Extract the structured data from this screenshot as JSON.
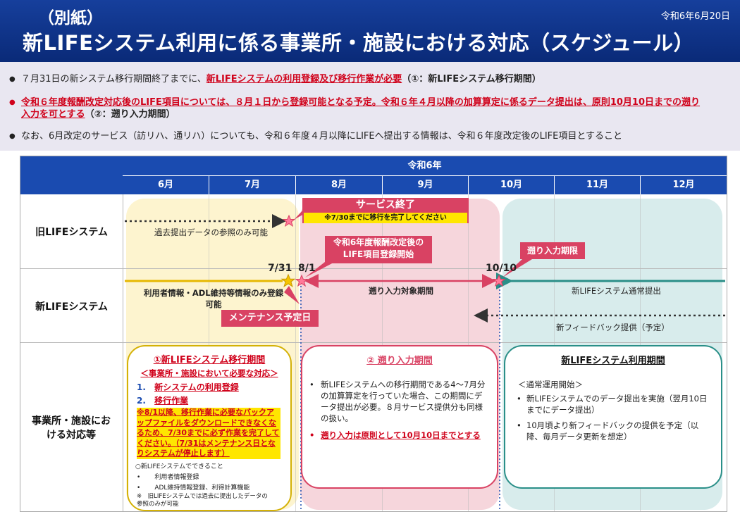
{
  "header": {
    "bessi": "（別紙）",
    "title": "新LIFEシステム利用に係る事業所・施設における対応（スケジュール）",
    "date": "令和6年6月20日"
  },
  "notes": {
    "n1_pre": "７月31日の新システム移行期間終了までに、",
    "n1_red": "新LIFEシステムの利用登録及び移行作業が必要",
    "n1_post": "（①：新LIFEシステム移行期間）",
    "n2_red": "令和６年度報酬改定対応後のLIFE項目については、８月１日から登録可能となる予定。令和６年４月以降の加算算定に係るデータ提出は、原則10月10日までの遡り入力を可とする",
    "n2_post": "（②：遡り入力期間）",
    "n3": "なお、6月改定のサービス（訪リハ、通リハ）についても、令和６年度４月以降にLIFEへ提出する情報は、令和６年度改定後のLIFE項目とすること"
  },
  "table": {
    "year": "令和6年",
    "months": [
      "6月",
      "7月",
      "8月",
      "9月",
      "10月",
      "11月",
      "12月"
    ],
    "rows": [
      "旧LIFEシステム",
      "新LIFEシステム",
      "事業所・施設における対応等"
    ]
  },
  "old_system": {
    "ref_text": "過去提出データの参照のみ可能",
    "service_end": "サービス終了",
    "service_end_note": "※7/30までに移行を完了してください"
  },
  "callouts": {
    "start_label": "令和6年度報酬改定後のLIFE項目登録開始",
    "retro_limit": "遡り入力期限",
    "maintenance": "メンテナンス予定日"
  },
  "dates": {
    "d1": "7/31",
    "d2": "8/1",
    "d3": "10/10"
  },
  "new_system": {
    "user_info": "利用者情報・ADL維持等情報のみ登録可能",
    "retro_period": "遡り入力対象期間",
    "normal_submit": "新LIFEシステム通常提出",
    "feedback": "新フィードバック提供（予定）"
  },
  "box1": {
    "title": "①新LIFEシステム移行期間",
    "subtitle": "＜事業所・施設において必要な対応＞",
    "item1_num": "1.",
    "item1": "新システムの利用登録",
    "item2_num": "2.",
    "item2": "移行作業",
    "warning": "※8/1以降、移行作業に必要なバックアップファイルをダウンロードできなくなるため、7/30までに必ず作業を完了してください。（7/31はメンテナンス日となりシステムが停止します）",
    "can_do": "○新LIFEシステムでできること",
    "cd1": "利用者情報登録",
    "cd2": "ADL維持情報登録、利得計算機能",
    "note": "※　旧LIFEシステムでは過去に提出したデータの参照のみが可能"
  },
  "box2": {
    "title": "② 遡り入力期間",
    "b1": "新LIFEシステムへの移行期間である4～7月分の加算算定を行っていた場合、この期間にデータ提出が必要。８月サービス提供分も同様の扱い。",
    "b2": "遡り入力は原則として10月10日までとする"
  },
  "box3": {
    "title": "新LIFEシステム利用期間",
    "start": "＜通常運用開始＞",
    "b1": "新LIFEシステムでのデータ提出を実施（翌月10日までにデータ提出）",
    "b2": "10月頃より新フィードバックの提供を予定（以降、毎月データ更新を想定）"
  },
  "colors": {
    "header_bg": "#0a2a78",
    "table_header": "#1a4bb0",
    "yellow_panel": "#fdf4cf",
    "pink_panel": "#f6d6dc",
    "teal_panel": "#d8ecec",
    "callout_pink": "#d94263",
    "teal_arrow": "#2a8f88",
    "gold_border": "#d4b106"
  }
}
